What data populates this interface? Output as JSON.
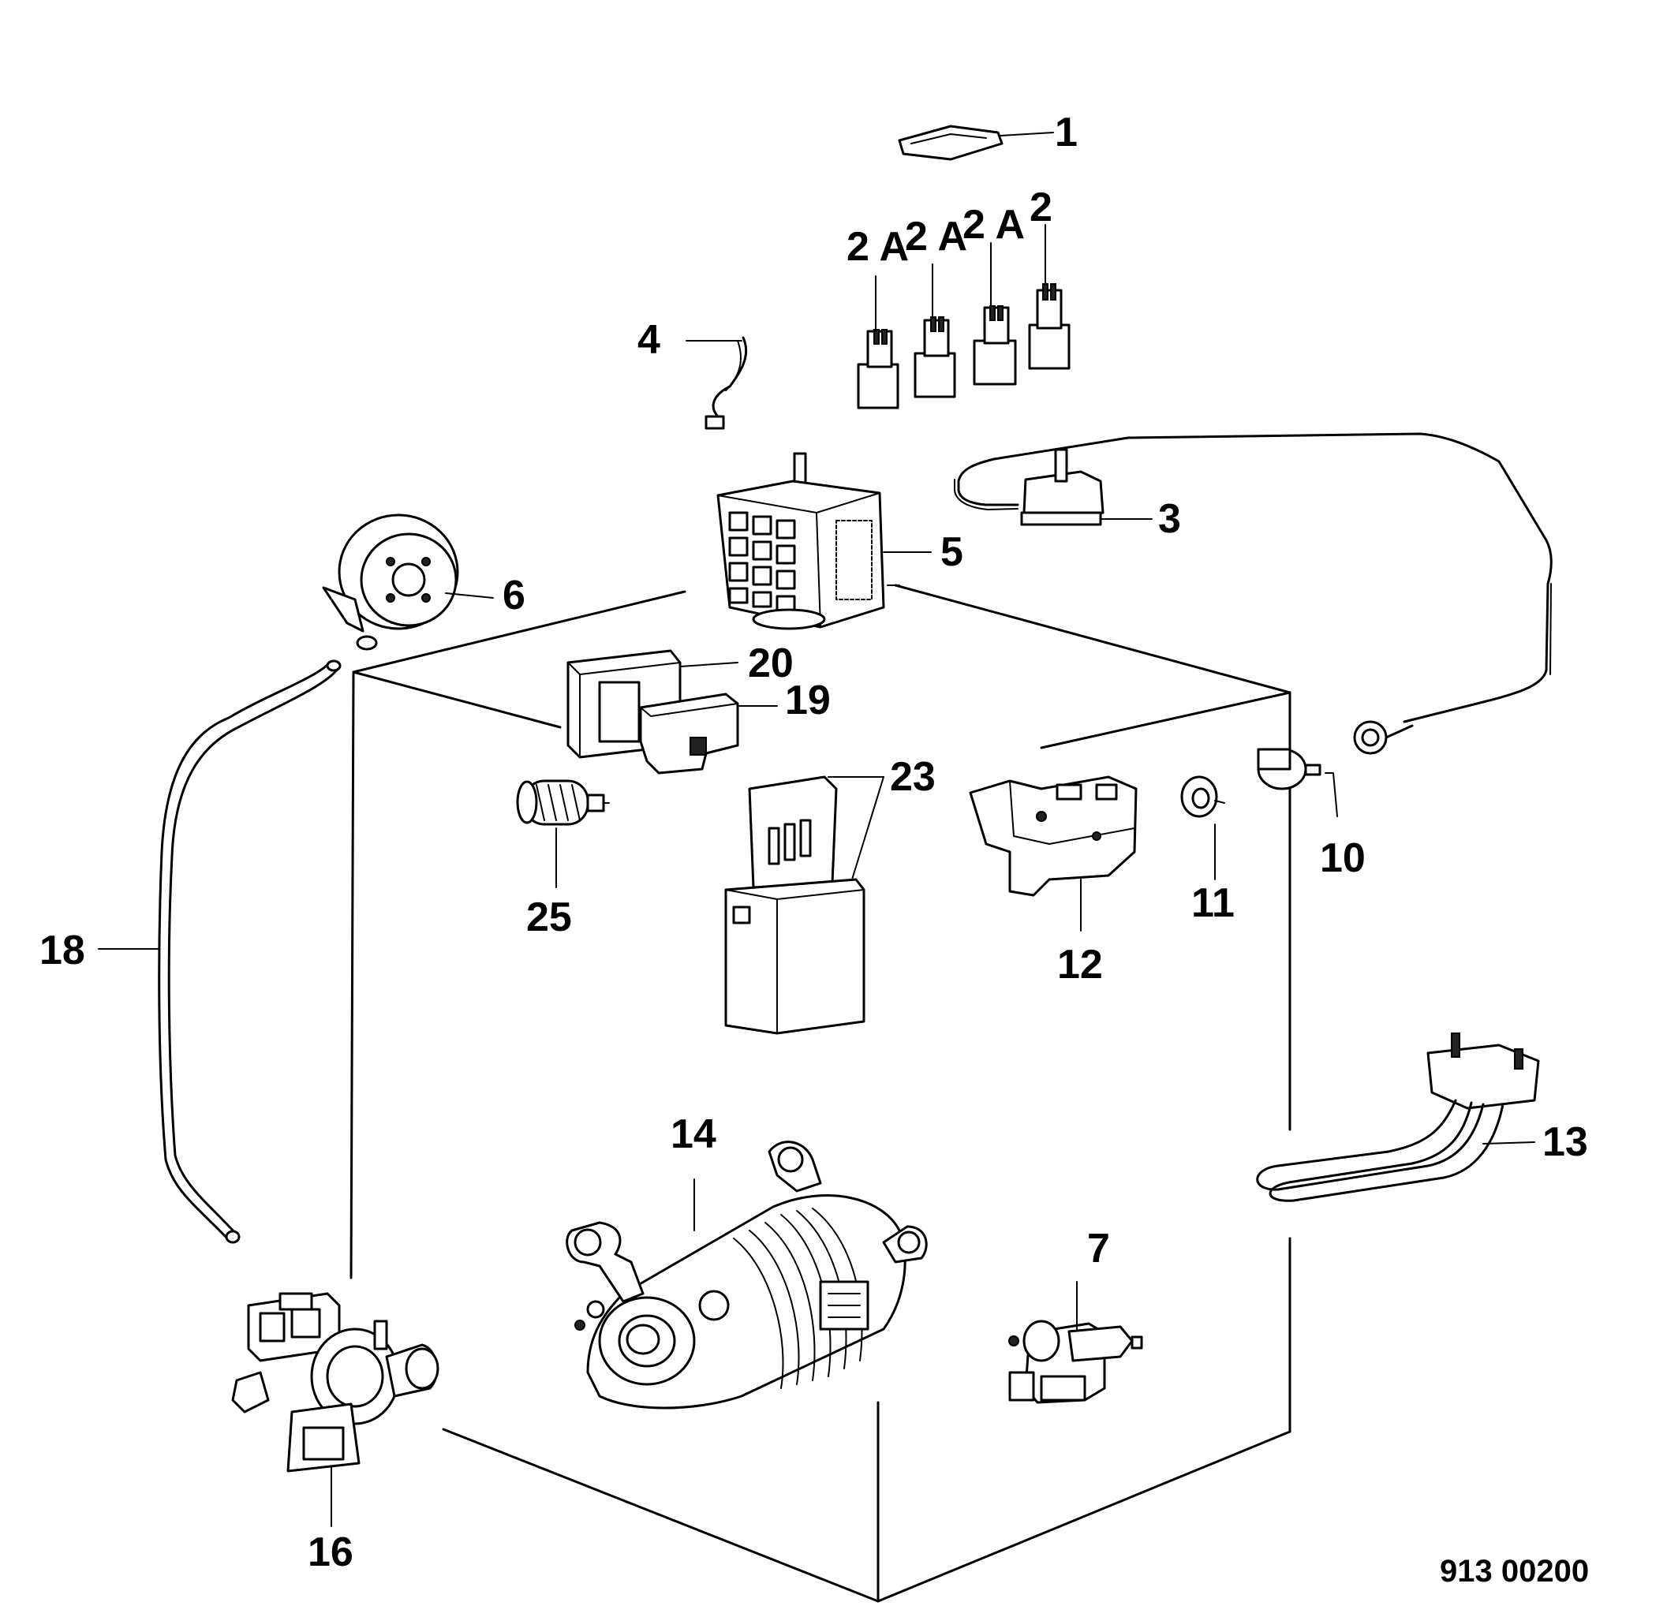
{
  "labels": {
    "p1": "1",
    "p2": "2",
    "p2a_1": "2 A",
    "p2a_2": "2 A",
    "p2a_3": "2 A",
    "p3": "3",
    "p4": "4",
    "p5": "5",
    "p6": "6",
    "p7": "7",
    "p10": "10",
    "p11": "11",
    "p12": "12",
    "p13": "13",
    "p14": "14",
    "p16": "16",
    "p18": "18",
    "p19": "19",
    "p20": "20",
    "p23": "23",
    "p25": "25"
  },
  "drawing_code": "913 00200"
}
